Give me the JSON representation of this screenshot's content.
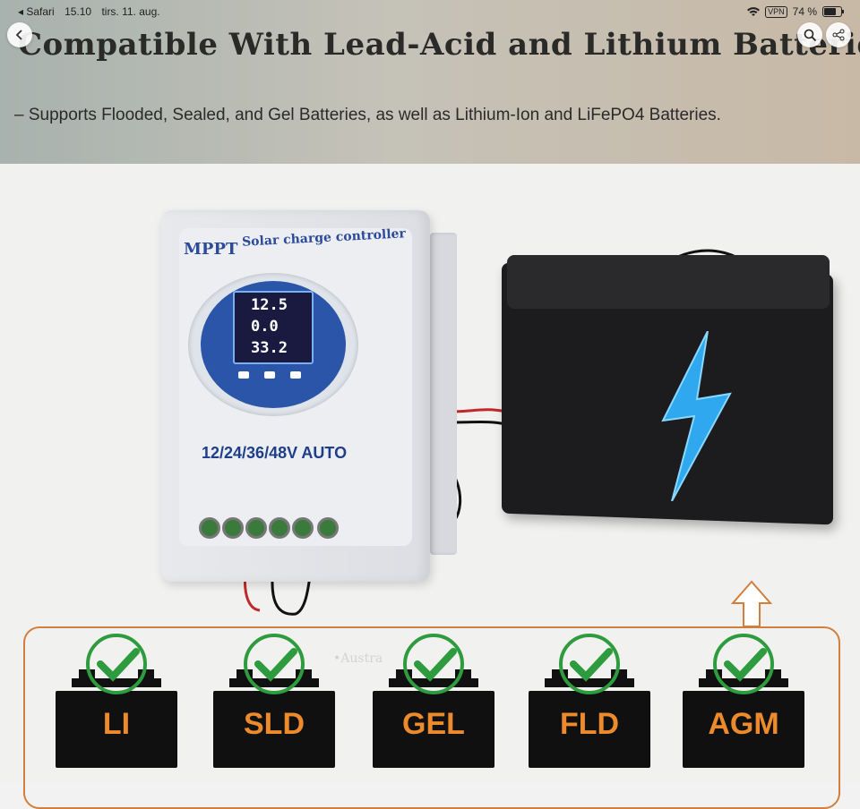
{
  "status_bar": {
    "back_app": "◂ Safari",
    "time": "15.10",
    "date": "tirs. 11. aug.",
    "vpn": "VPN",
    "battery_percent": "74 %",
    "battery_level": 0.74
  },
  "header": {
    "title": "Compatible With Lead-Acid and Lithium Batteries",
    "subtitle": "– Supports Flooded, Sealed, and Gel Batteries, as well as Lithium-Ion and LiFePO4 Batteries."
  },
  "nav": {
    "back_icon": "chevron-left-icon",
    "search_icon": "search-icon",
    "share_icon": "share-icon"
  },
  "controller": {
    "brand": "MPPT",
    "name": "Solar charge controller",
    "lcd_values": [
      "12.5",
      "0.0",
      "33.2"
    ],
    "voltage_label": "12/24/36/48V AUTO"
  },
  "battery_types": [
    "LI",
    "SLD",
    "GEL",
    "FLD",
    "AGM"
  ],
  "watermark": "•Austra",
  "colors": {
    "accent_orange": "#ec8a2c",
    "border_orange": "#d27e3c",
    "check_green": "#2e9b3e",
    "brand_blue": "#2b4a9a"
  }
}
